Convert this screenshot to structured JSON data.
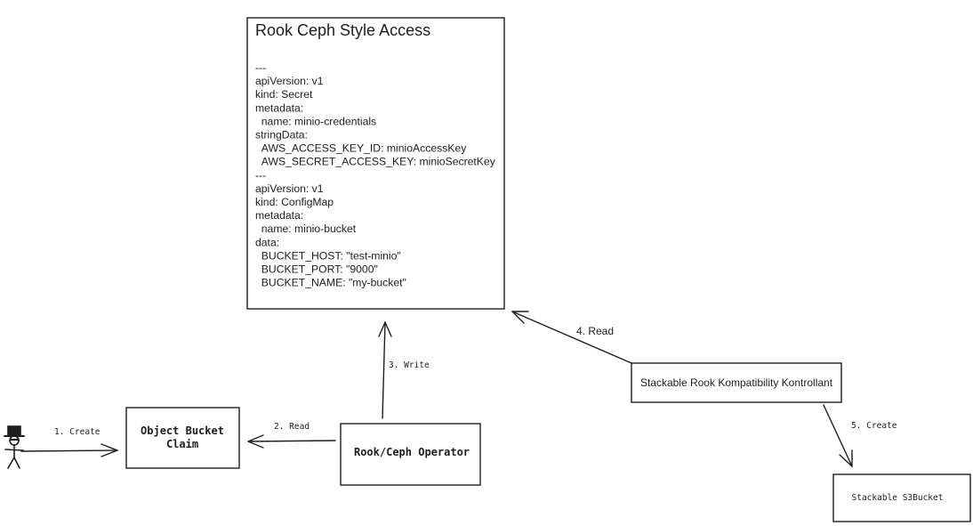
{
  "rook_box": {
    "title": "Rook Ceph Style Access",
    "yaml_lines": [
      "---",
      "apiVersion: v1",
      "kind: Secret",
      "metadata:",
      "  name: minio-credentials",
      "stringData:",
      "  AWS_ACCESS_KEY_ID: minioAccessKey",
      "  AWS_SECRET_ACCESS_KEY: minioSecretKey",
      "---",
      "apiVersion: v1",
      "kind: ConfigMap",
      "metadata:",
      "  name: minio-bucket",
      "data:",
      "  BUCKET_HOST: \"test-minio\"",
      "  BUCKET_PORT: \"9000\"",
      "  BUCKET_NAME: \"my-bucket\""
    ]
  },
  "nodes": {
    "object_bucket_claim": [
      "Object Bucket",
      "Claim"
    ],
    "operator": "Rook/Ceph Operator",
    "kontrollant": "Stackable Rook Kompatibility Kontrollant",
    "s3bucket": "Stackable S3Bucket"
  },
  "edges": {
    "create1": "1. Create",
    "read2": "2. Read",
    "write3": "3. Write",
    "read4": "4. Read",
    "create5": "5. Create"
  },
  "icons": {
    "actor": "stick-figure-with-top-hat-icon"
  }
}
